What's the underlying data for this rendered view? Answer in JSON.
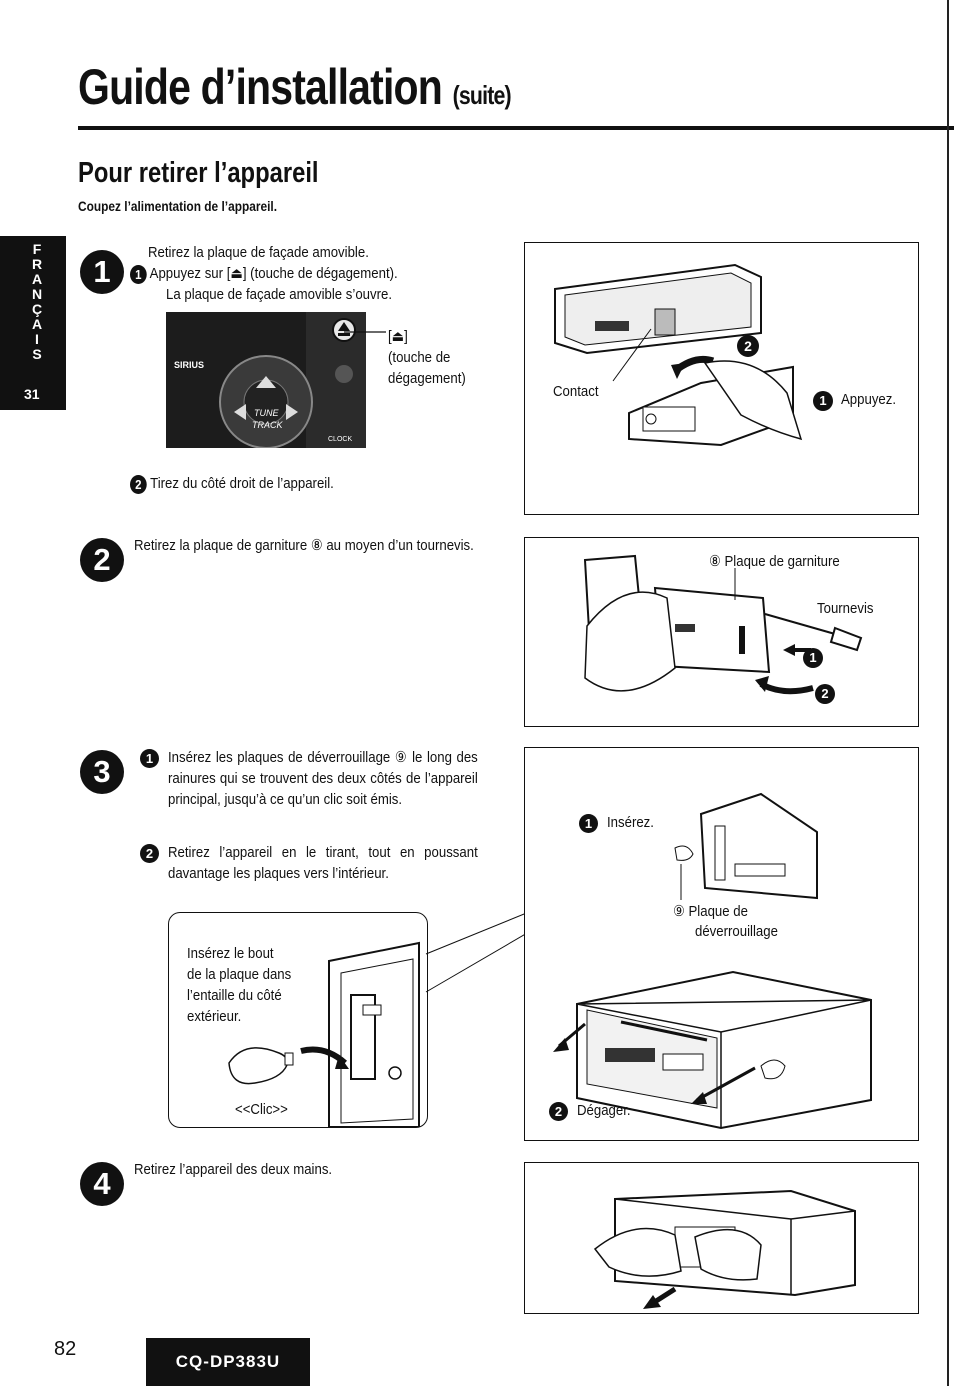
{
  "header": {
    "title": "Guide d’installation",
    "title_suffix": "(suite)",
    "section_title": "Pour retirer l’appareil",
    "section_note": "Coupez l’alimentation de l’appareil."
  },
  "side_tab": {
    "letters": [
      "F",
      "R",
      "A",
      "N",
      "Ç",
      "A",
      "I",
      "S"
    ],
    "page": "31"
  },
  "steps": [
    {
      "number": "1",
      "intro": "Retirez la plaque de façade amovible.",
      "sub1_marker": "1",
      "sub1_line1": "Appuyez sur [⏏] (touche de dégagement).",
      "sub1_line2": "La plaque de façade amovible s’ouvre.",
      "photo_callout_key": "[⏏]",
      "photo_callout_line1": "(touche de",
      "photo_callout_line2": "dégagement)",
      "photo_brand": "SIRIUS",
      "photo_tune": "TUNE",
      "photo_track": "TRACK",
      "photo_clock": "CLOCK",
      "sub2_marker": "2",
      "sub2_text": "Tirez du côté droit de l’appareil.",
      "figure": {
        "contact_label": "Contact",
        "press_marker": "1",
        "press_label": "Appuyez.",
        "pull_marker": "2"
      }
    },
    {
      "number": "2",
      "text": "Retirez la plaque de garniture ⑧ au moyen d’un tournevis.",
      "figure": {
        "plate_label": "⑧ Plaque de garniture",
        "screwdriver_label": "Tournevis",
        "marker1": "1",
        "marker2": "2"
      }
    },
    {
      "number": "3",
      "sub1_marker": "1",
      "sub1_text": "Insérez les plaques de déverrouillage ⑨ le long des rainures qui se trouvent des deux côtés de l’appareil principal, jusqu’à ce qu’un clic soit émis.",
      "sub2_marker": "2",
      "sub2_text": "Retirez l’appareil en le tirant, tout en poussant davantage les plaques vers l’intérieur.",
      "inset": {
        "line1": "Insérez le bout",
        "line2": "de la plaque dans",
        "line3": "l’entaille du côté",
        "line4": "extérieur.",
        "click": "<<Clic>>"
      },
      "figure": {
        "insert_marker": "1",
        "insert_label": "Insérez.",
        "release_line1": "⑨ Plaque de",
        "release_line2": "déverrouillage",
        "release_marker": "2",
        "release_label": "Dégager."
      }
    },
    {
      "number": "4",
      "text": "Retirez l’appareil des deux mains."
    }
  ],
  "footer": {
    "page_number": "82",
    "model": "CQ-DP383U"
  }
}
